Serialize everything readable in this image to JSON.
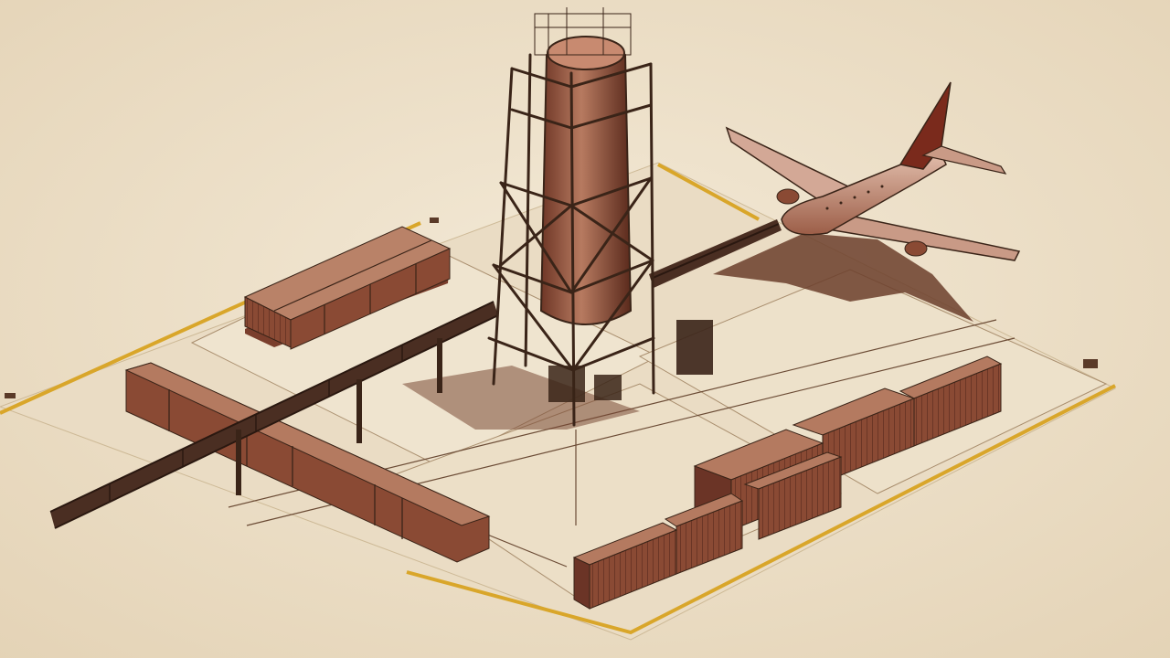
{
  "colors": {
    "paper": "#efe3cf",
    "paper_shade": "#e6d6bc",
    "ground": "#e9dbc3",
    "ground_edge": "#d8c6a8",
    "stripe": "#d9a62a",
    "ink": "#3a2418",
    "rust": "#8a4a34",
    "rust_dark": "#5e2e20",
    "rust_light": "#b0705a",
    "shadow": "#6b3e2c",
    "fuselage": "#c69480",
    "tail": "#7a2a1c",
    "steel": "#4a2e22"
  },
  "scene": {
    "objects": [
      "ground-platform",
      "silo-tower",
      "conveyor-belt",
      "container-stacks",
      "airplane"
    ]
  }
}
